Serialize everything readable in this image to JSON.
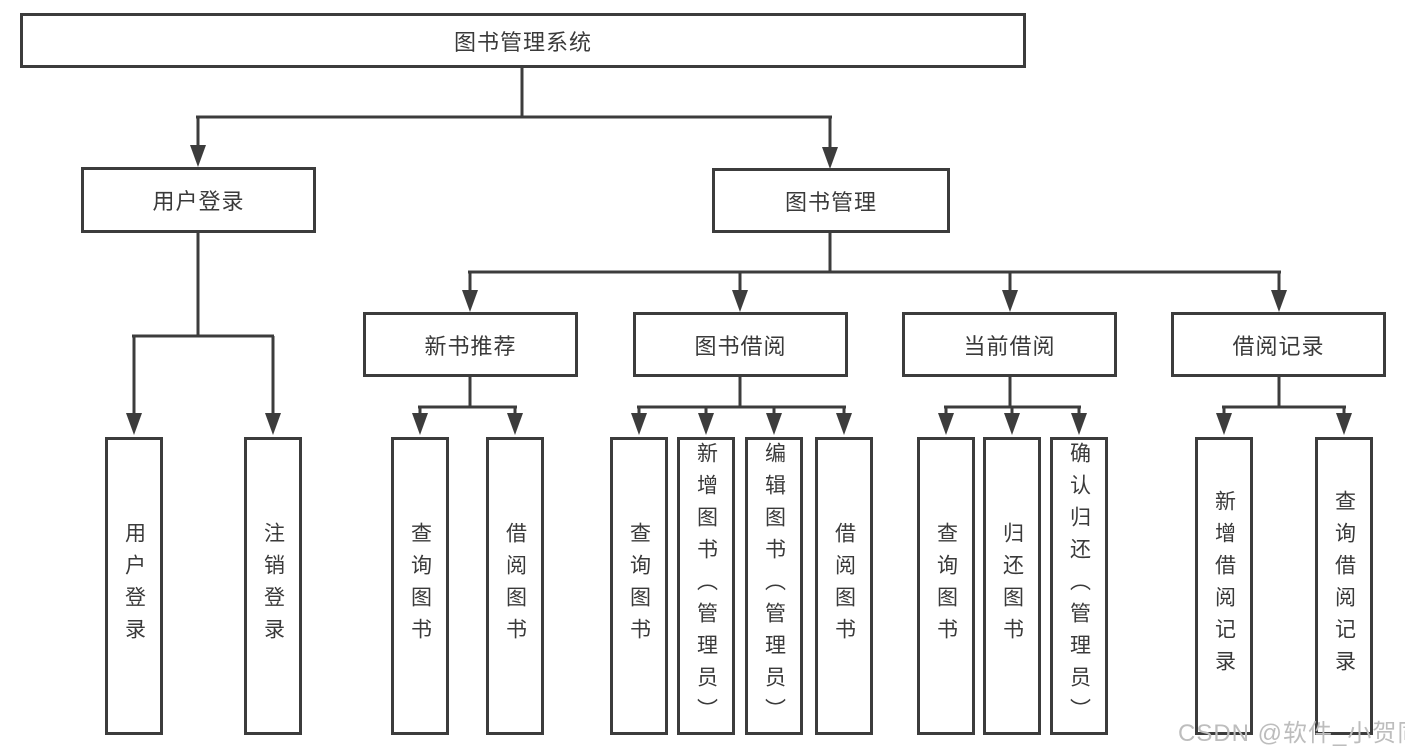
{
  "diagram": {
    "root": {
      "label": "图书管理系统"
    },
    "level2": [
      {
        "label": "用户登录"
      },
      {
        "label": "图书管理"
      }
    ],
    "level3": [
      {
        "label": "新书推荐"
      },
      {
        "label": "图书借阅"
      },
      {
        "label": "当前借阅"
      },
      {
        "label": "借阅记录"
      }
    ],
    "leaves": [
      {
        "label": "用户登录"
      },
      {
        "label": "注销登录"
      },
      {
        "label": "查询图书"
      },
      {
        "label": "借阅图书"
      },
      {
        "label": "查询图书"
      },
      {
        "label": "新增图书（管理员）"
      },
      {
        "label": "编辑图书（管理员）"
      },
      {
        "label": "借阅图书"
      },
      {
        "label": "查询图书"
      },
      {
        "label": "归还图书"
      },
      {
        "label": "确认归还（管理员）"
      },
      {
        "label": "新增借阅记录"
      },
      {
        "label": "查询借阅记录"
      }
    ],
    "colors": {
      "line": "#3c3c3c",
      "text": "#3a3a3a",
      "box_background": "#ffffff",
      "watermark": "#bdbdbd"
    },
    "watermark": "CSDN @软件_小贺同学"
  }
}
